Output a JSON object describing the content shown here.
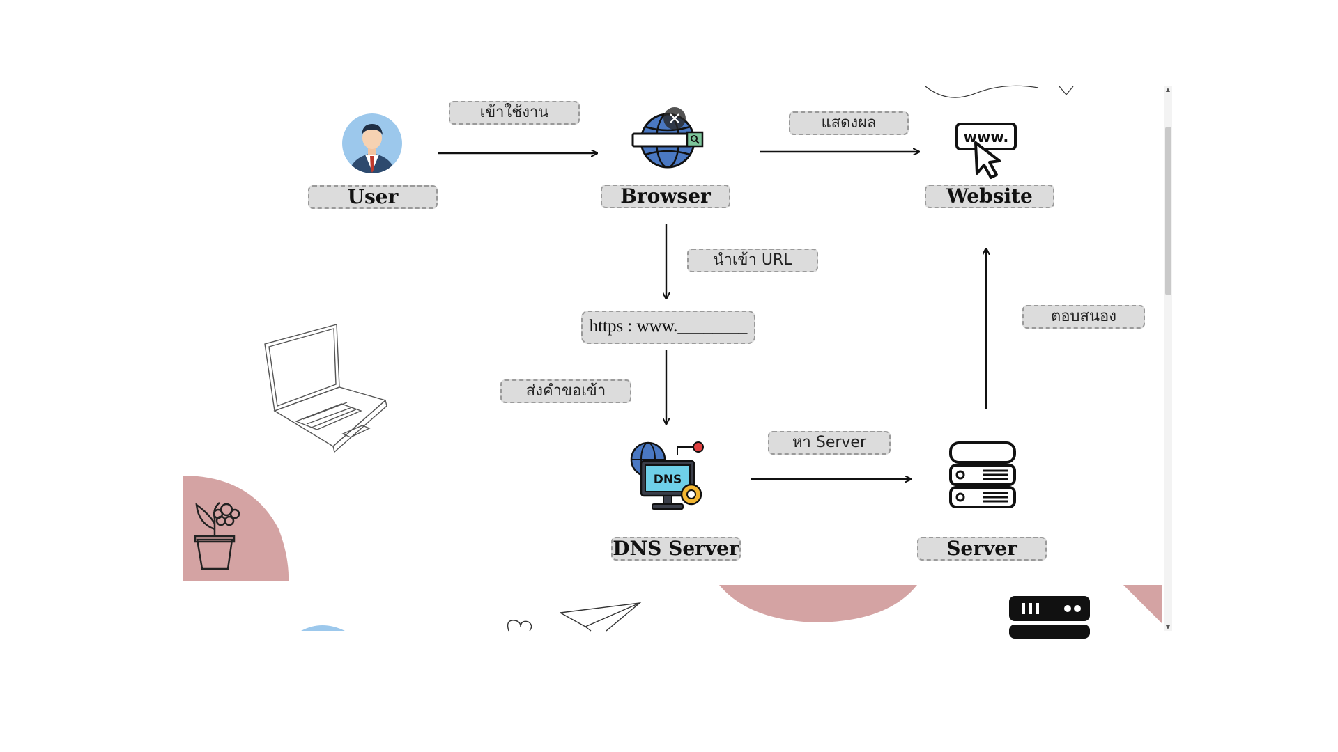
{
  "nodes": {
    "user": "User",
    "browser": "Browser",
    "website": "Website",
    "dns_server": "DNS Server",
    "server": "Server"
  },
  "edges": {
    "access": "เข้าใช้งาน",
    "display": "แสดงผล",
    "enter_url": "นำเข้า URL",
    "send_request": "ส่งคำขอเข้า",
    "find_server": "หา Server",
    "respond": "ตอบสนอง"
  },
  "url_box": "https : www.________",
  "icons": {
    "user": "user-avatar-icon",
    "browser": "globe-search-bar-icon",
    "website": "www-cursor-icon",
    "dns": "dns-monitor-icon",
    "server": "server-stack-icon"
  },
  "colors": {
    "label_bg": "#dcdcdc",
    "label_border": "#9a9a9a",
    "accent_pink": "#d4a3a3",
    "avatar_blue": "#9cc8ec"
  }
}
